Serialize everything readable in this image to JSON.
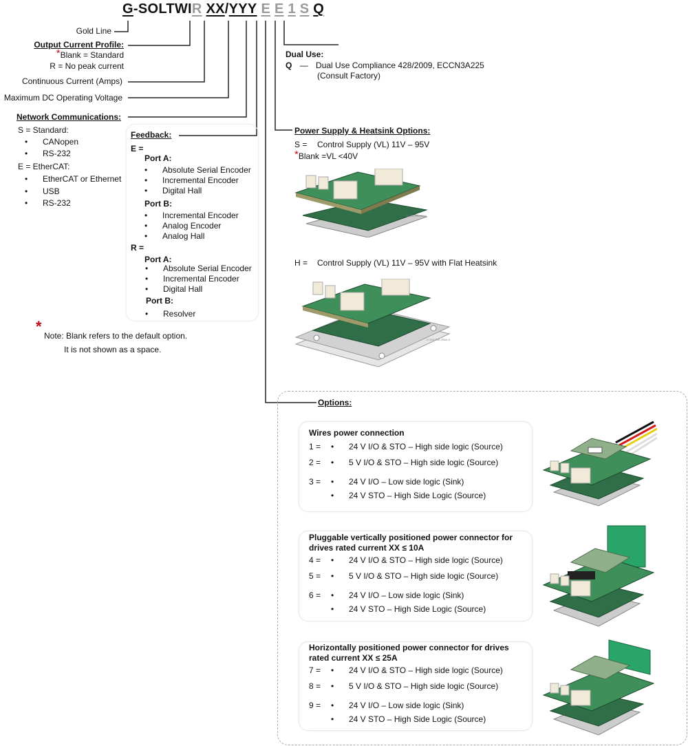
{
  "part_number": {
    "prefix": "G",
    "base": "-SOLTWI",
    "segments": [
      {
        "text": "R",
        "style": "grey"
      },
      {
        "text": "XX",
        "style": "black"
      },
      {
        "text": "/",
        "style": "plain"
      },
      {
        "text": "YYY",
        "style": "black"
      },
      {
        "text": "E",
        "style": "grey"
      },
      {
        "text": "E",
        "style": "grey"
      },
      {
        "text": "1",
        "style": "grey"
      },
      {
        "text": "S",
        "style": "grey"
      },
      {
        "text": "Q",
        "style": "black"
      }
    ]
  },
  "gold_line": "Gold Line",
  "output_current": {
    "title": "Output Current Profile:",
    "blank": "Blank = Standard",
    "r": "R = No peak current"
  },
  "continuous_current": "Continuous Current (Amps)",
  "max_voltage": "Maximum  DC Operating Voltage",
  "network": {
    "title": "Network Communications:",
    "s_label": "S = Standard:",
    "s_items": [
      "CANopen",
      "RS-232"
    ],
    "e_label": "E = EtherCAT:",
    "e_items": [
      "EtherCAT or Ethernet",
      "USB",
      "RS-232"
    ]
  },
  "feedback": {
    "title": "Feedback:",
    "e_label": "E =",
    "e_port_a": "Port A:",
    "e_port_a_items": [
      "Absolute Serial Encoder",
      "Incremental Encoder",
      "Digital Hall"
    ],
    "e_port_b": "Port B:",
    "e_port_b_items": [
      "Incremental Encoder",
      "Analog Encoder",
      "Analog Hall"
    ],
    "r_label": "R =",
    "r_port_a": "Port A:",
    "r_port_a_items": [
      "Absolute Serial Encoder",
      "Incremental Encoder",
      "Digital Hall"
    ],
    "r_port_b": "Port B:",
    "r_port_b_items": [
      "Resolver"
    ]
  },
  "note": {
    "star": "*",
    "line1": "Note: Blank refers to the default option.",
    "line2": "It is not shown as a space."
  },
  "dual_use": {
    "title": "Dual Use:",
    "code": "Q",
    "dash": "—",
    "desc": "Dual Use Compliance 428/2009, ECCN3A225",
    "sub": "(Consult Factory)"
  },
  "power_supply": {
    "title": "Power Supply & Heatsink Options:",
    "s_code": "S  =",
    "s_desc": "Control Supply (VL) 11V – 95V",
    "blank": "Blank  =VL <40V",
    "h_code": "H  =",
    "h_desc": "Control Supply (VL) 11V – 95V with Flat Heatsink",
    "img1_caption": "G-SOLTWI-208A",
    "img2_caption": "G-SOLTWI-208A-A"
  },
  "options": {
    "title": "Options:",
    "groups": [
      {
        "title": "Wires power connection",
        "rows": [
          {
            "num": "1  =",
            "text": "24 V I/O & STO – High side logic (Source)"
          },
          {
            "num": "2  =",
            "text": "5 V I/O & STO – High side logic (Source)"
          },
          {
            "num": "3  =",
            "text": "24 V I/O – Low side logic (Sink)"
          },
          {
            "num": "",
            "text": "24 V STO – High Side Logic (Source)"
          }
        ]
      },
      {
        "title": "Pluggable vertically positioned power connector for drives rated current XX ≤ 10A",
        "rows": [
          {
            "num": "4  =",
            "text": "24 V I/O & STO – High side logic (Source)"
          },
          {
            "num": "5  =",
            "text": "5 V I/O & STO – High side logic (Source)"
          },
          {
            "num": "6  =",
            "text": "24 V I/O – Low side logic (Sink)"
          },
          {
            "num": "",
            "text": "24 V STO – High Side Logic (Source)"
          }
        ]
      },
      {
        "title": "Horizontally positioned power connector for drives rated current XX ≤ 25A",
        "rows": [
          {
            "num": "7  =",
            "text": "24 V I/O & STO – High side logic (Source)"
          },
          {
            "num": "8  =",
            "text": "5 V I/O & STO – High side logic (Source)"
          },
          {
            "num": "9  =",
            "text": "24 V I/O – Low side logic (Sink)"
          },
          {
            "num": "",
            "text": "24 V STO – High Side Logic (Source)"
          }
        ]
      }
    ]
  },
  "colors": {
    "accent_star": "#c0111f",
    "grey_code": "#9a9a9a",
    "pcb_green": "#3f8f5a"
  }
}
